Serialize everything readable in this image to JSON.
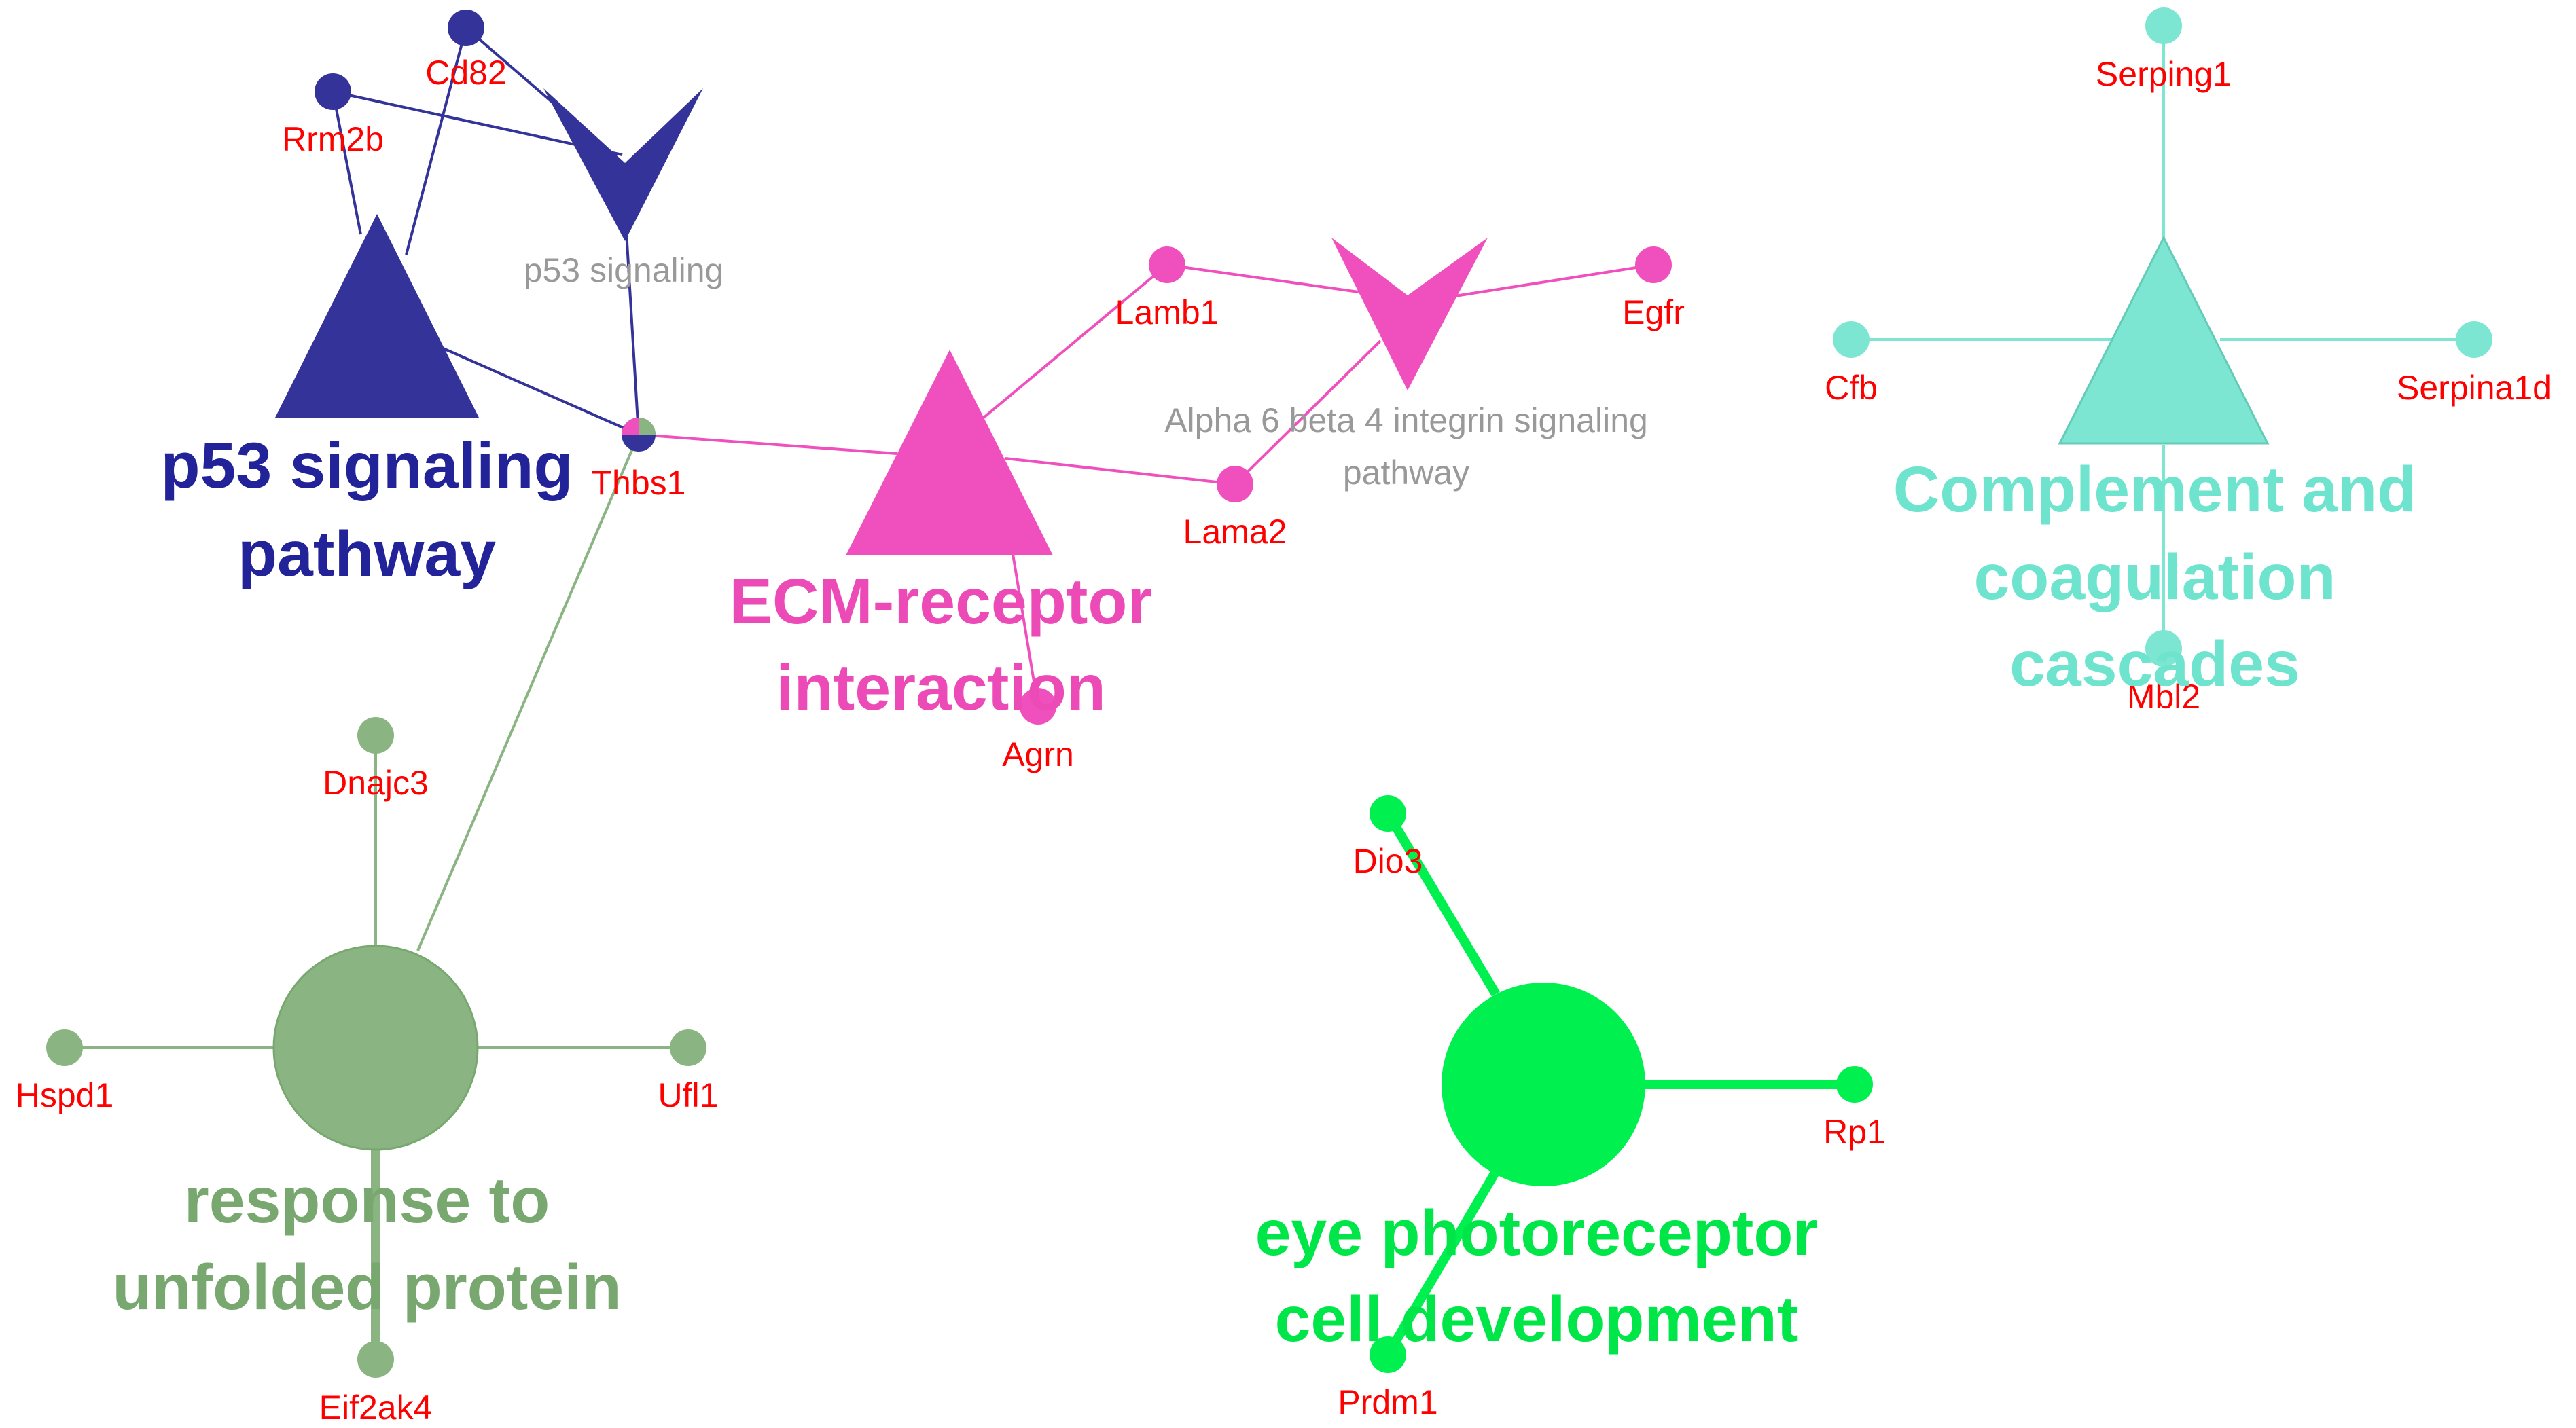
{
  "colors": {
    "p53": "#333399",
    "ecm": "#f050be",
    "alpha6": "#f050be",
    "complement": "#7de6d2",
    "unfolded": "#8ab582",
    "eye": "#00f050",
    "gene_label": "#ff0000",
    "term_label": "#999999"
  },
  "groups": {
    "p53": {
      "lines": [
        "p53 signaling",
        "pathway"
      ],
      "color": "#222299"
    },
    "ecm": {
      "lines": [
        "ECM-receptor",
        "interaction"
      ],
      "color": "#ec4bb7"
    },
    "complement": {
      "lines": [
        "Complement and",
        "coagulation",
        "cascades"
      ],
      "color": "#6ee3cd"
    },
    "unfolded": {
      "lines": [
        "response to",
        "unfolded protein"
      ],
      "color": "#78a86f"
    },
    "eye": {
      "lines": [
        "eye photoreceptor",
        "cell development"
      ],
      "color": "#00e648"
    }
  },
  "terms": {
    "p53_signaling": "p53 signaling",
    "alpha6": [
      "Alpha 6 beta 4 integrin signaling",
      "pathway"
    ]
  },
  "genes": {
    "cd82": "Cd82",
    "rrm2b": "Rrm2b",
    "thbs1": "Thbs1",
    "lamb1": "Lamb1",
    "egfr": "Egfr",
    "lama2": "Lama2",
    "agrn": "Agrn",
    "serping1": "Serping1",
    "cfb": "Cfb",
    "serpina1d": "Serpina1d",
    "mbl2": "Mbl2",
    "dnajc3": "Dnajc3",
    "hspd1": "Hspd1",
    "ufl1": "Ufl1",
    "eif2ak4": "Eif2ak4",
    "dio3": "Dio3",
    "rp1": "Rp1",
    "prdm1": "Prdm1"
  }
}
